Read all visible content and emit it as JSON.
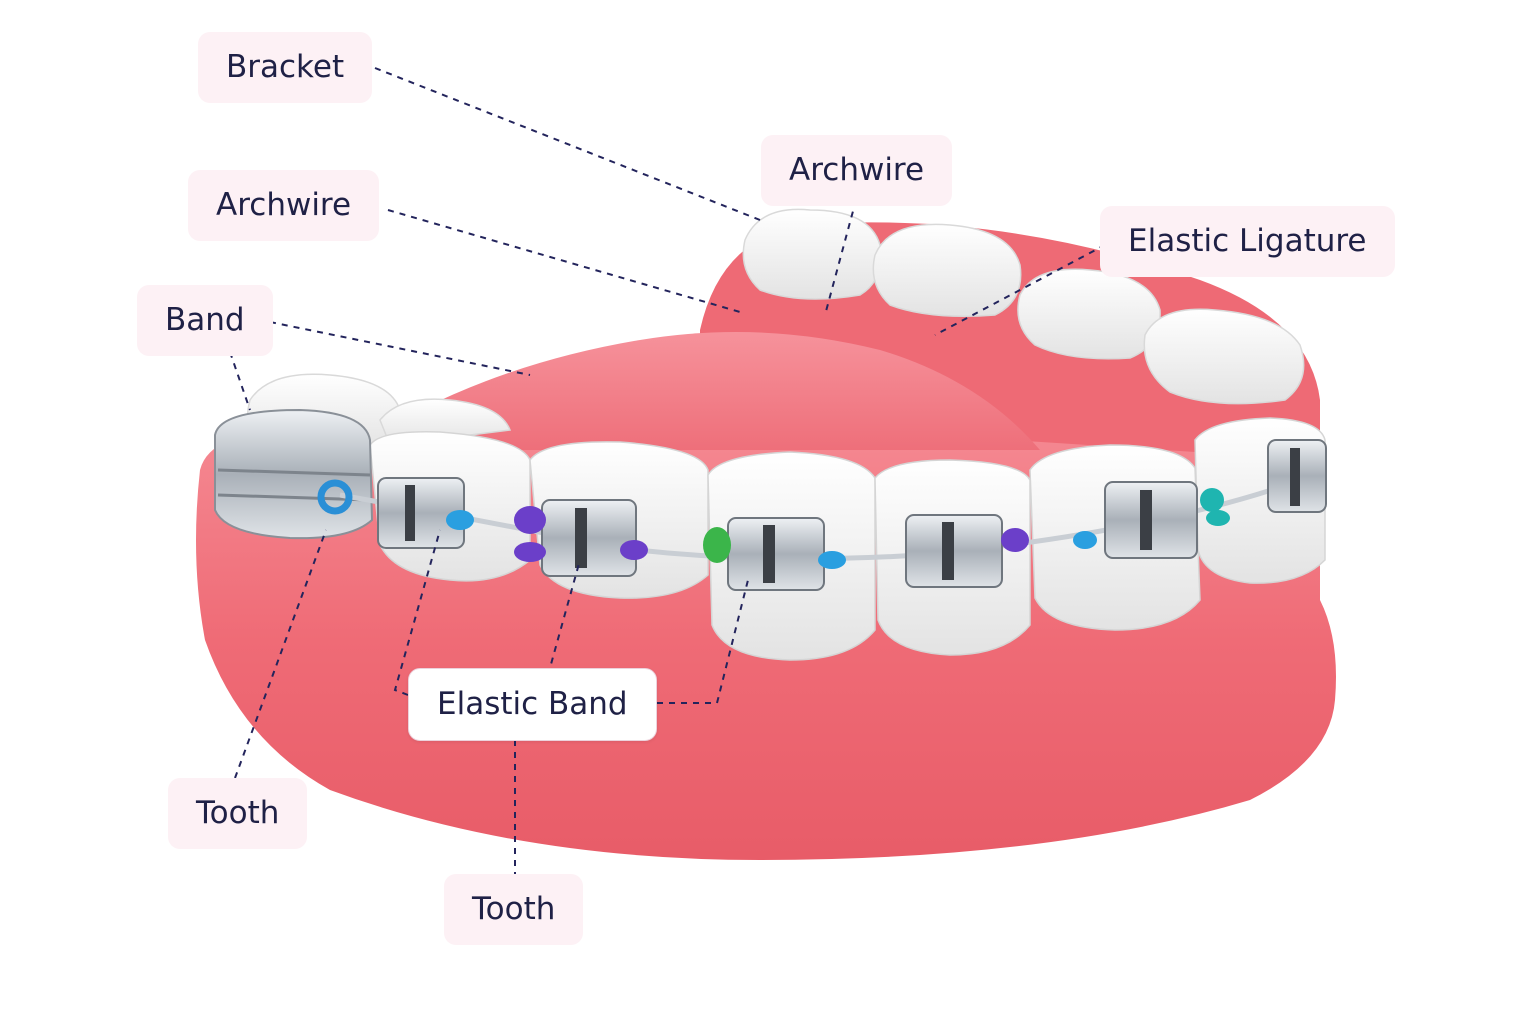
{
  "labels": {
    "bracket": "Bracket",
    "archwire_left": "Archwire",
    "archwire_top": "Archwire",
    "band": "Band",
    "elastic_ligature": "Elastic Ligature",
    "elastic_band": "Elastic Band",
    "tooth_left": "Tooth",
    "tooth_bottom": "Tooth"
  },
  "colors": {
    "label_text": "#1f2146",
    "label_bg": "#fdf1f5",
    "leader_line": "#23245c",
    "gum": "#ef6d78",
    "tooth": "#f2f2f2",
    "metal": "#b9bfc6",
    "ligature_blue": "#2a8fd6",
    "ligature_purple": "#6b3fc9",
    "ligature_green": "#3bb54a",
    "ligature_teal": "#1fb5b0"
  }
}
